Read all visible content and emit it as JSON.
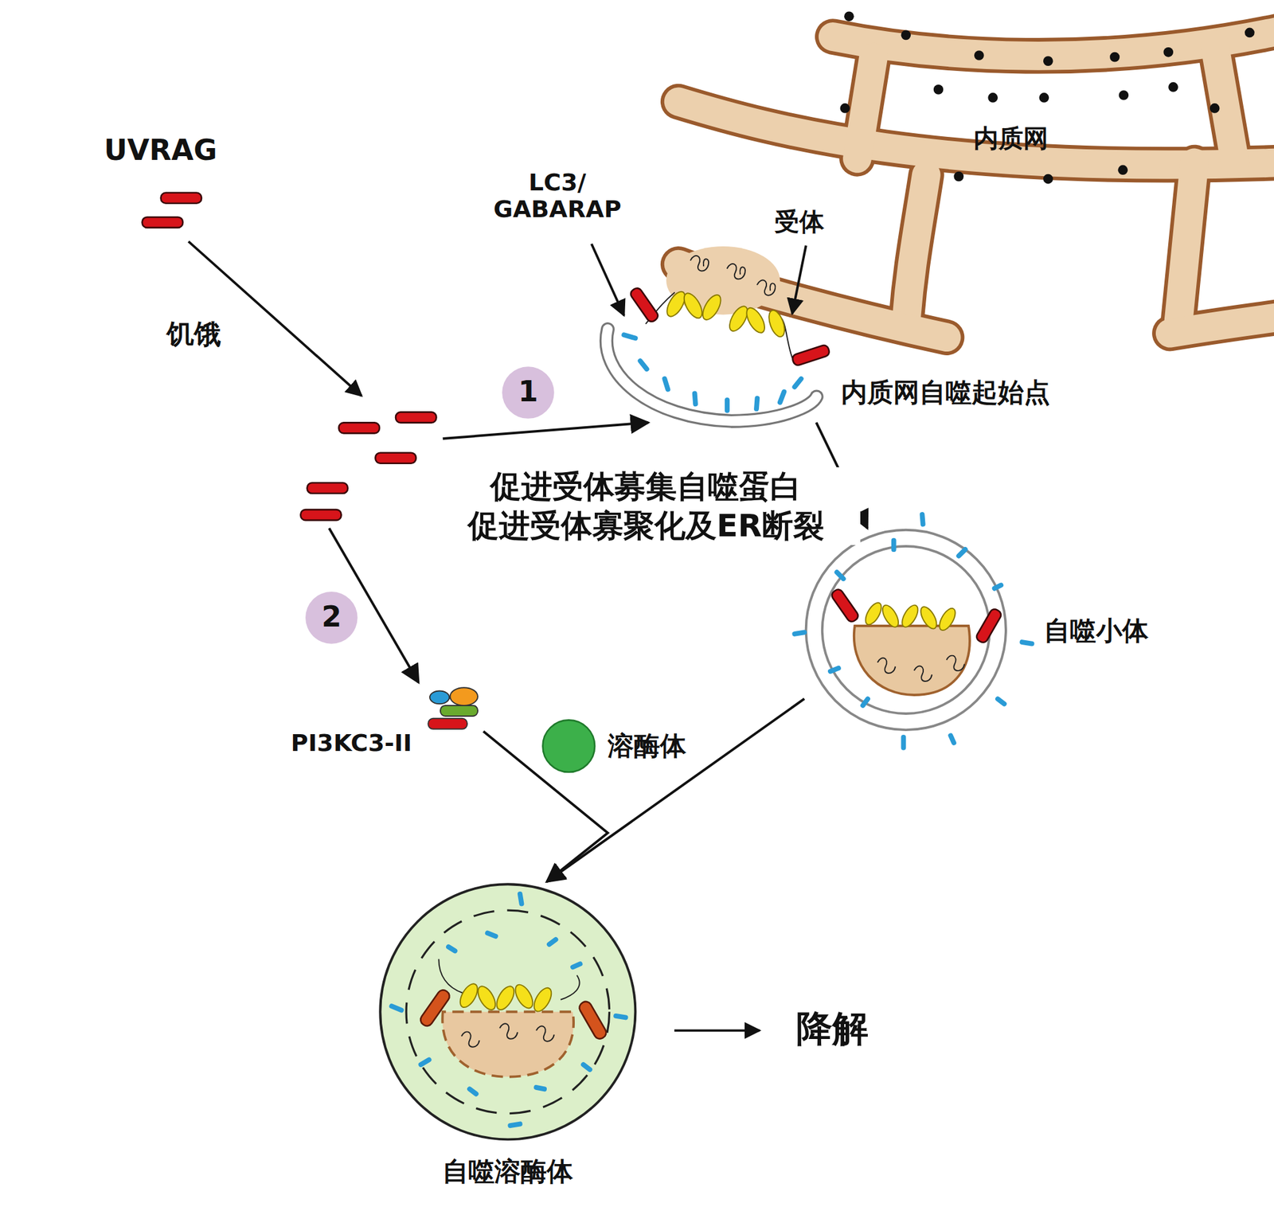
{
  "diagram": {
    "nodes": [
      {
        "text": [
          "UVRAG"
        ]
      },
      {
        "text": [
          "内质网自噬起始点"
        ]
      },
      {
        "text": [
          "自噬小体"
        ]
      },
      {
        "text": [
          "PI3KC3-II"
        ]
      },
      {
        "text": [
          "溶酶体"
        ]
      },
      {
        "text": [
          "自噬溶酶体"
        ]
      }
    ],
    "edges": [
      {
        "from": 0,
        "to": 1,
        "arrow": "to",
        "label": "促进受体募集自噬蛋白 促进受体寡聚化及ER断裂"
      },
      {
        "from": 0,
        "to": 3,
        "arrow": "to"
      },
      {
        "from": 1,
        "to": 2,
        "arrow": "to"
      },
      {
        "from": 3,
        "to": 5,
        "arrow": "to"
      },
      {
        "from": 2,
        "to": 5,
        "arrow": "to"
      }
    ],
    "labels": [
      "内质网",
      "LC3/ GABARAP",
      "受体",
      "饥饿",
      "1",
      "2",
      "降解"
    ]
  }
}
